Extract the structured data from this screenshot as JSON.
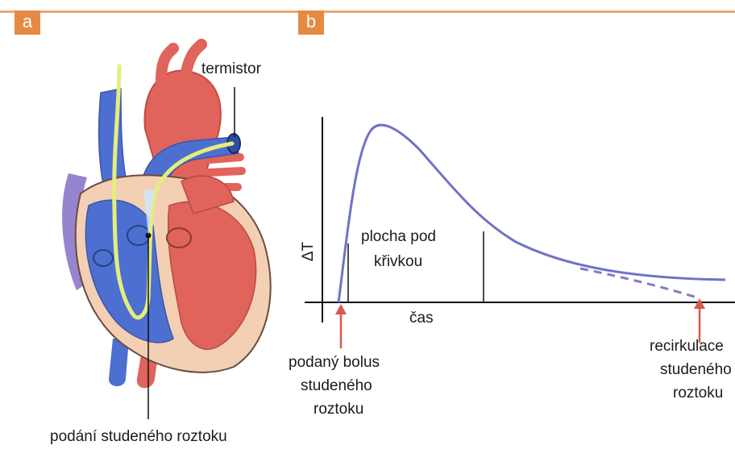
{
  "panels": {
    "a_label": "a",
    "b_label": "b"
  },
  "heart": {
    "thermistor_label": "termistor",
    "injection_label": "podání studeného roztoku"
  },
  "graph": {
    "y_axis_label": "ΔT",
    "x_axis_label": "čas",
    "area_label_line1": "plocha pod",
    "area_label_line2": "křivkou",
    "bolus_label_line1": "podaný bolus",
    "bolus_label_line2": "studeného",
    "bolus_label_line3": "roztoku",
    "recirc_label_line1": "recirkulace",
    "recirc_label_line2": "studeného",
    "recirc_label_line3": "roztoku"
  },
  "colors": {
    "accent": "#e58a44",
    "curve": "#6f73c6",
    "arrow": "#d9584e",
    "blue_vessel": "#4d6fd1",
    "red_tissue": "#e0645b",
    "catheter": "#e3ee7c"
  },
  "icons": {
    "heart": "heart-illustration",
    "thermistor": "catheter-thermistor-icon",
    "arrow": "arrow-up-icon"
  }
}
